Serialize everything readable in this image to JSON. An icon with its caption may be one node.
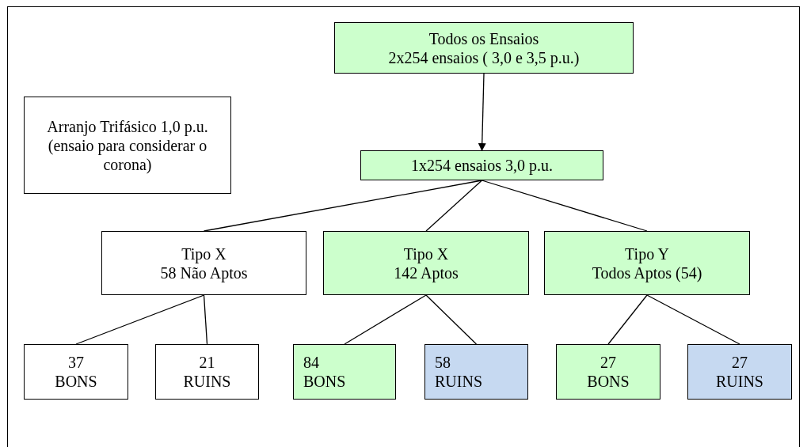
{
  "diagram": {
    "nodes": [
      {
        "text": [
          "Todos os Ensaios",
          "2x254 ensaios ( 3,0 e 3,5 p.u.)"
        ]
      },
      {
        "text": [
          "Arranjo Trifásico 1,0 p.u. (ensaio para considerar o corona)"
        ]
      },
      {
        "text": [
          "1x254 ensaios 3,0 p.u."
        ]
      },
      {
        "text": [
          "Tipo X",
          "58 Não Aptos"
        ]
      },
      {
        "text": [
          "Tipo X",
          "142 Aptos"
        ]
      },
      {
        "text": [
          "Tipo Y",
          "Todos Aptos (54)"
        ]
      },
      {
        "text": [
          "37",
          "BONS"
        ]
      },
      {
        "text": [
          "21",
          "RUINS"
        ]
      },
      {
        "text": [
          "84",
          "BONS"
        ]
      },
      {
        "text": [
          "58",
          "RUINS"
        ]
      },
      {
        "text": [
          "27",
          "BONS"
        ]
      },
      {
        "text": [
          "27",
          "RUINS"
        ]
      }
    ],
    "edges": [
      {
        "from": 0,
        "to": 2,
        "arrow": "to"
      },
      {
        "from": 2,
        "to": 3,
        "arrow": "none"
      },
      {
        "from": 2,
        "to": 4,
        "arrow": "none"
      },
      {
        "from": 2,
        "to": 5,
        "arrow": "none"
      },
      {
        "from": 3,
        "to": 6,
        "arrow": "none"
      },
      {
        "from": 3,
        "to": 7,
        "arrow": "none"
      },
      {
        "from": 4,
        "to": 8,
        "arrow": "none"
      },
      {
        "from": 4,
        "to": 9,
        "arrow": "none"
      },
      {
        "from": 5,
        "to": 10,
        "arrow": "none"
      },
      {
        "from": 5,
        "to": 11,
        "arrow": "none"
      }
    ]
  }
}
